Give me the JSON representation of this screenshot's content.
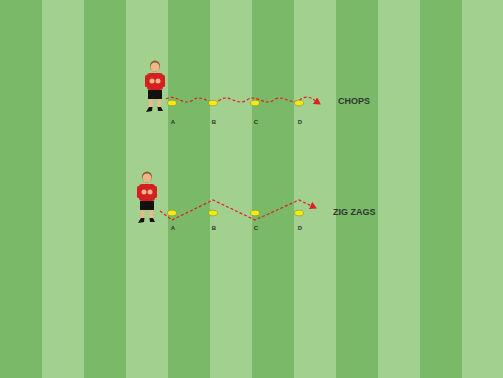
{
  "diagram": {
    "labels": [
      "A",
      "B",
      "C",
      "D",
      "CHOPS",
      "A",
      "B",
      "C",
      "D",
      "ZIG ZAGS"
    ]
  }
}
